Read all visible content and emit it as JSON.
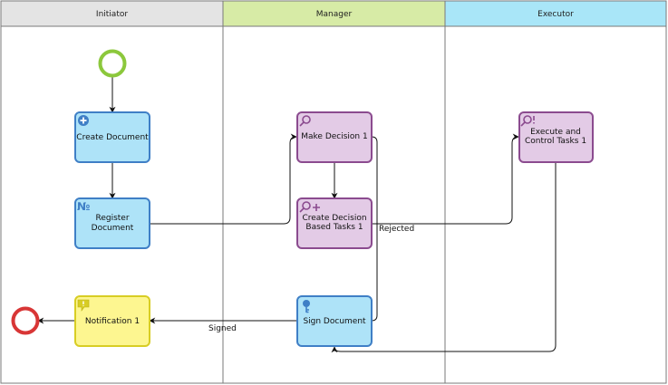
{
  "lanes": [
    {
      "title": "Initiator",
      "color": "#e4e4e4"
    },
    {
      "title": "Manager",
      "color": "#d7eba6"
    },
    {
      "title": "Executor",
      "color": "#a9e6f8"
    }
  ],
  "tasks": {
    "create_document": {
      "lines": [
        "Create Document"
      ],
      "fill": "#aee3f8",
      "stroke": "#3f7fc6",
      "icon": "plus-circle-icon"
    },
    "register_document": {
      "lines": [
        "Register",
        "Document"
      ],
      "fill": "#aee3f8",
      "stroke": "#3f7fc6",
      "icon": "numero-icon"
    },
    "notification": {
      "lines": [
        "Notification 1"
      ],
      "fill": "#fdf690",
      "stroke": "#d8cd24",
      "icon": "notification-icon"
    },
    "make_decision": {
      "lines": [
        "Make Decision 1"
      ],
      "fill": "#e3cbe6",
      "stroke": "#8b4b8f",
      "icon": "search-icon"
    },
    "create_decision_tasks": {
      "lines": [
        "Create Decision",
        "Based Tasks 1"
      ],
      "fill": "#e3cbe6",
      "stroke": "#8b4b8f",
      "icon": "search-plus-icon"
    },
    "sign_document": {
      "lines": [
        "Sign Document"
      ],
      "fill": "#aee3f8",
      "stroke": "#3f7fc6",
      "icon": "key-icon"
    },
    "execute_control": {
      "lines": [
        "Execute and",
        "Control Tasks 1"
      ],
      "fill": "#e3cbe6",
      "stroke": "#8b4b8f",
      "icon": "search-alert-icon"
    }
  },
  "events": {
    "start": {
      "stroke": "#8cc83c"
    },
    "end": {
      "stroke": "#d83636"
    }
  },
  "edge_labels": {
    "rejected": "Rejected",
    "signed": "Signed"
  }
}
